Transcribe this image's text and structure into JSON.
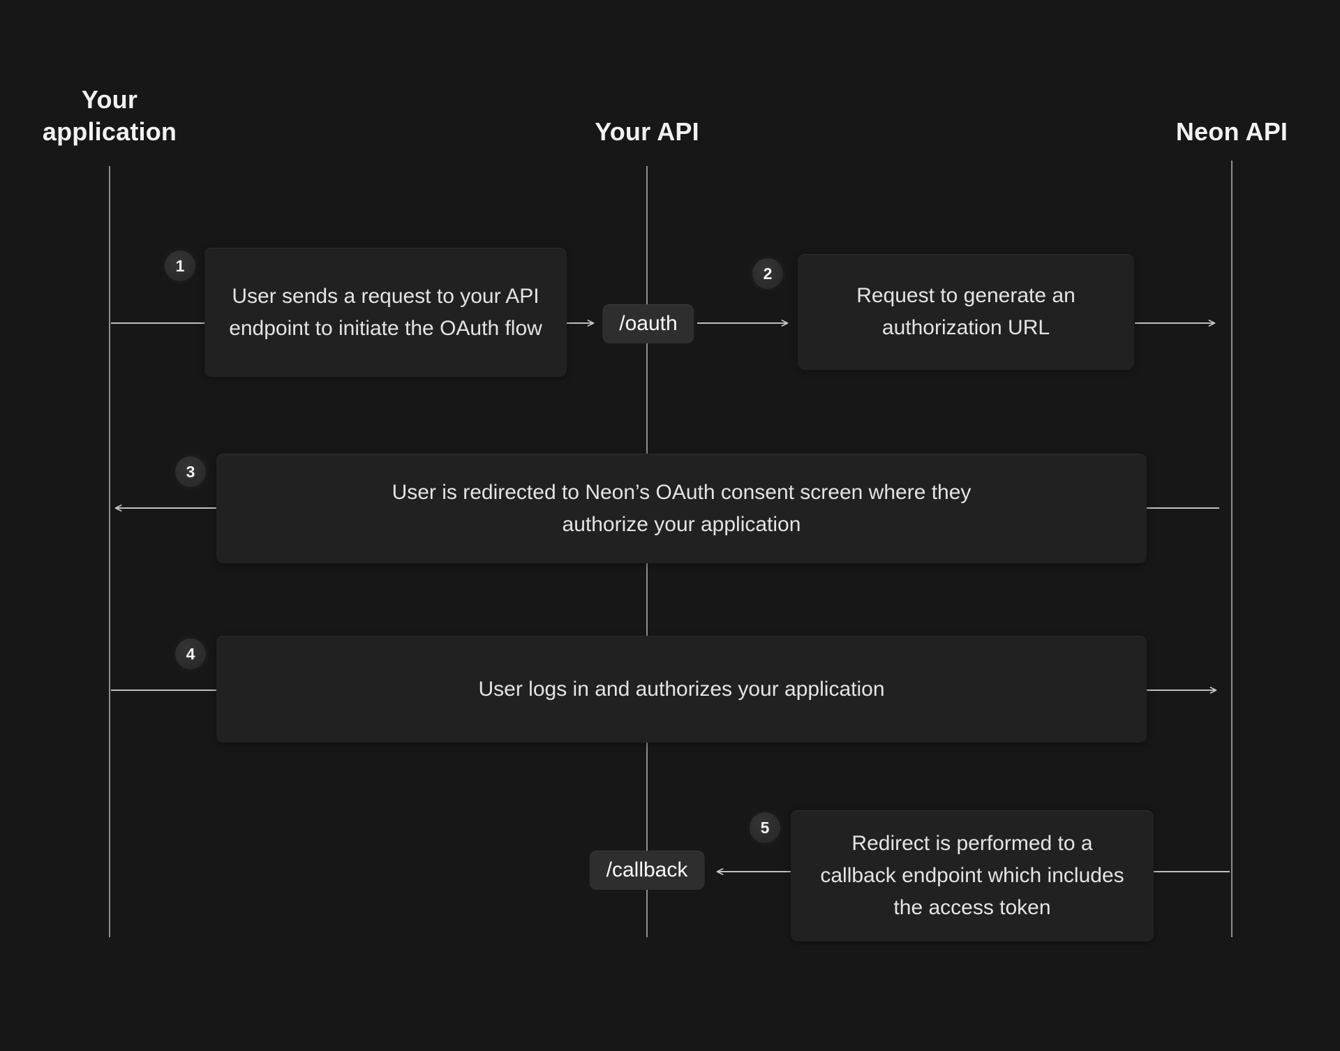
{
  "diagram": {
    "title_hint": "OAuth flow sequence diagram",
    "actors": [
      {
        "id": "your-application",
        "label": "Your application"
      },
      {
        "id": "your-api",
        "label": "Your API"
      },
      {
        "id": "neon-api",
        "label": "Neon API"
      }
    ],
    "endpoints": {
      "oauth": "/oauth",
      "callback": "/callback"
    },
    "steps": [
      {
        "number": "1",
        "text": "User sends a request to your API endpoint to initiate the OAuth flow",
        "from": "your-application",
        "to": "your-api"
      },
      {
        "number": "2",
        "text": "Request to generate an authorization URL",
        "from": "your-api",
        "to": "neon-api"
      },
      {
        "number": "3",
        "text": "User is redirected to Neon’s OAuth consent screen where they authorize your application",
        "from": "neon-api",
        "to": "your-application"
      },
      {
        "number": "4",
        "text": "User logs in and authorizes your application",
        "from": "your-application",
        "to": "neon-api"
      },
      {
        "number": "5",
        "text": "Redirect is performed to a callback endpoint which includes the access token",
        "from": "neon-api",
        "to": "your-api"
      }
    ],
    "colors": {
      "background": "#171717",
      "note_background": "#212121",
      "chip_background": "#2e2e2e",
      "badge_background": "#2c2c2c",
      "message_line": "#c0c0c0",
      "lifeline": "#8f8f8f",
      "heading_text": "#f2f2f2",
      "note_text": "#e4e4e4"
    }
  }
}
